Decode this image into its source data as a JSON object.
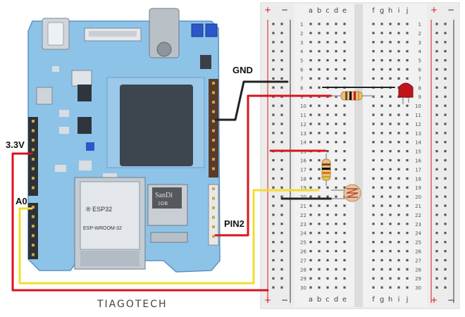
{
  "labels": {
    "gnd": "GND",
    "v33": "3.3V",
    "a0": "A0",
    "pin2": "PIN2",
    "brand": "TIAGOTECH",
    "sd_card": "SanDi",
    "sd_size": "1GB",
    "module_line1": "® ESP32",
    "module_line2": "ESP-WROOM-32"
  },
  "breadboard": {
    "rail_plus": "+",
    "rail_minus": "−",
    "columns_left": [
      "a",
      "b",
      "c",
      "d",
      "e"
    ],
    "columns_right": [
      "f",
      "g",
      "h",
      "i",
      "j"
    ],
    "row_count": 30
  },
  "colors": {
    "board": "#8ec3e8",
    "board_edge": "#5b93c4",
    "wire_black": "#222222",
    "wire_red": "#d8141c",
    "wire_yellow": "#f3dc2e",
    "led": "#c0141a",
    "breadboard": "#eeeeee",
    "rail_red": "#e23a3a"
  }
}
